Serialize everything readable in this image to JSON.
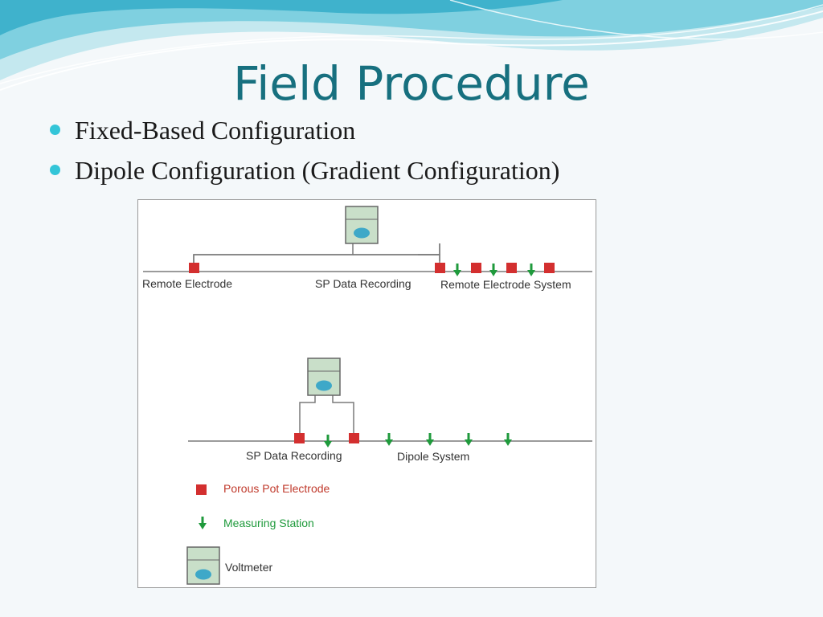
{
  "title": "Field Procedure",
  "bullets": [
    "Fixed-Based Configuration",
    "Dipole Configuration (Gradient Configuration)"
  ],
  "figure": {
    "top_diagram": {
      "label_remote_electrode": "Remote Electrode",
      "label_sp_data_recording": "SP Data Recording",
      "label_remote_electrode_system": "Remote Electrode System"
    },
    "bottom_diagram": {
      "label_sp_data_recording": "SP Data Recording",
      "label_dipole_system": "Dipole System"
    },
    "legend": {
      "porous_pot_electrode": "Porous Pot Electrode",
      "measuring_station": "Measuring Station",
      "voltmeter": "Voltmeter"
    }
  },
  "colors": {
    "title": "#17707f",
    "bullet": "#33c5d8",
    "electrode": "#d32f2f",
    "station": "#1f9a3c",
    "voltmeter_body": "#c9dfc9",
    "voltmeter_screen": "#3ea8c8",
    "legend_electrode_text": "#c0392b",
    "legend_station_text": "#1f9a3c"
  }
}
